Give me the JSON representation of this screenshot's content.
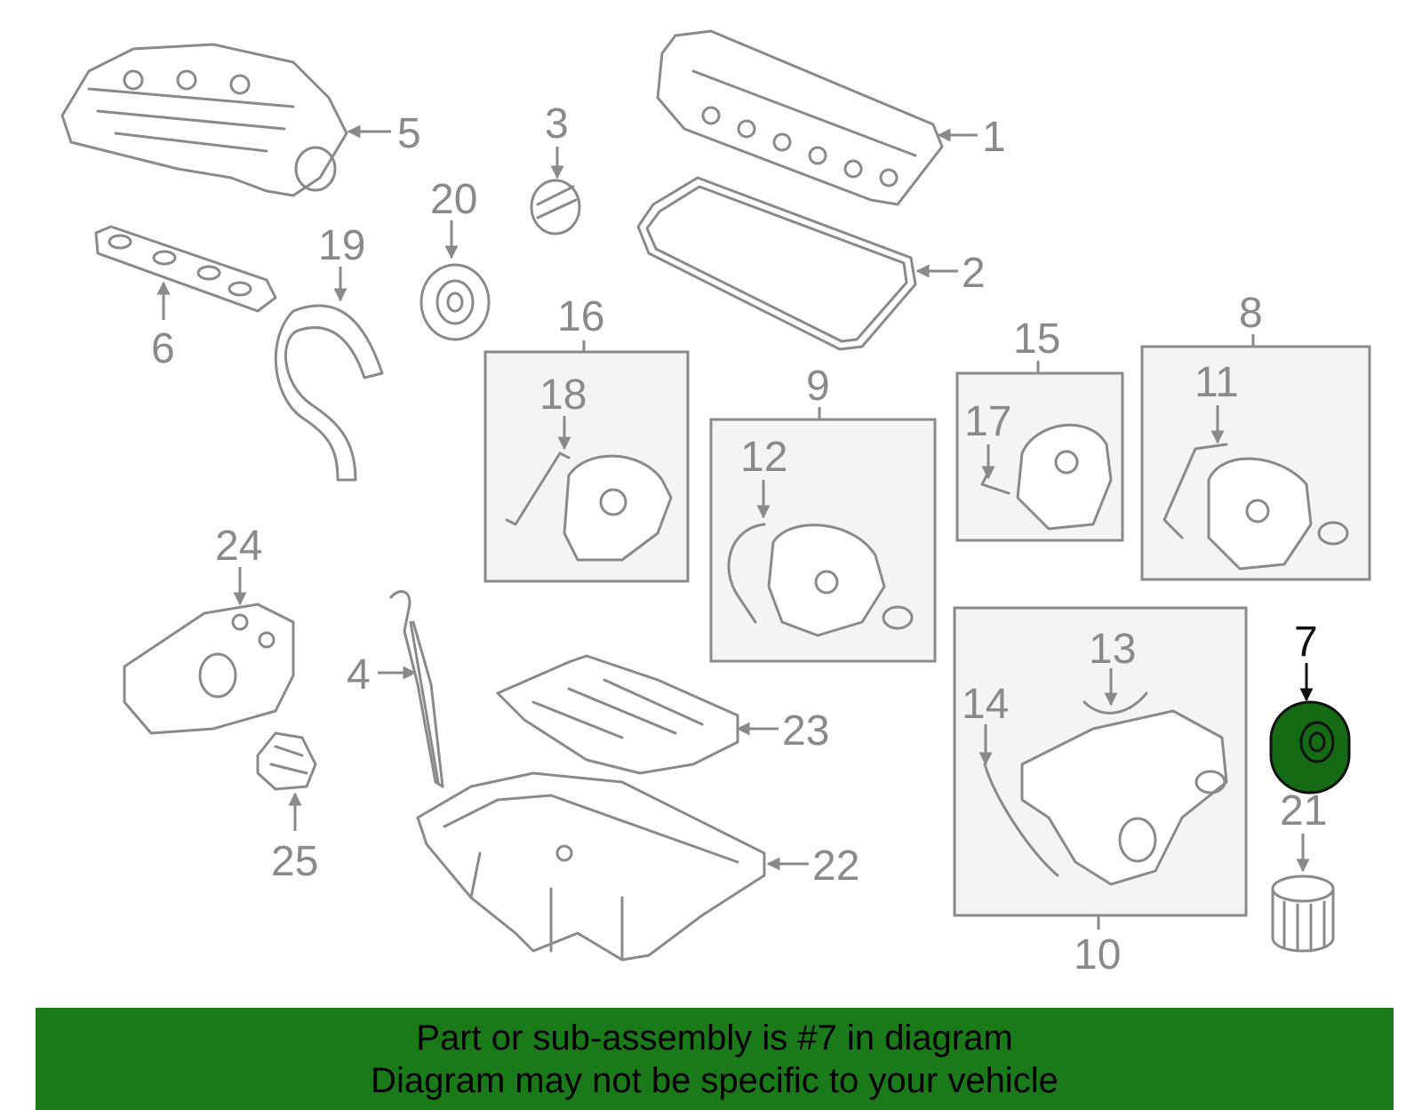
{
  "diagram": {
    "highlight_color": "#146b14",
    "callouts": {
      "c1": "1",
      "c2": "2",
      "c3": "3",
      "c4": "4",
      "c5": "5",
      "c6": "6",
      "c7": "7",
      "c8": "8",
      "c9": "9",
      "c10": "10",
      "c11": "11",
      "c12": "12",
      "c13": "13",
      "c14": "14",
      "c15": "15",
      "c16": "16",
      "c17": "17",
      "c18": "18",
      "c19": "19",
      "c20": "20",
      "c21": "21",
      "c22": "22",
      "c23": "23",
      "c24": "24",
      "c25": "25"
    },
    "highlighted_part": "7"
  },
  "banner": {
    "line1": "Part or sub-assembly is #7 in diagram",
    "line2": "Diagram may not be specific to your vehicle",
    "background": "#1a7a1a"
  }
}
